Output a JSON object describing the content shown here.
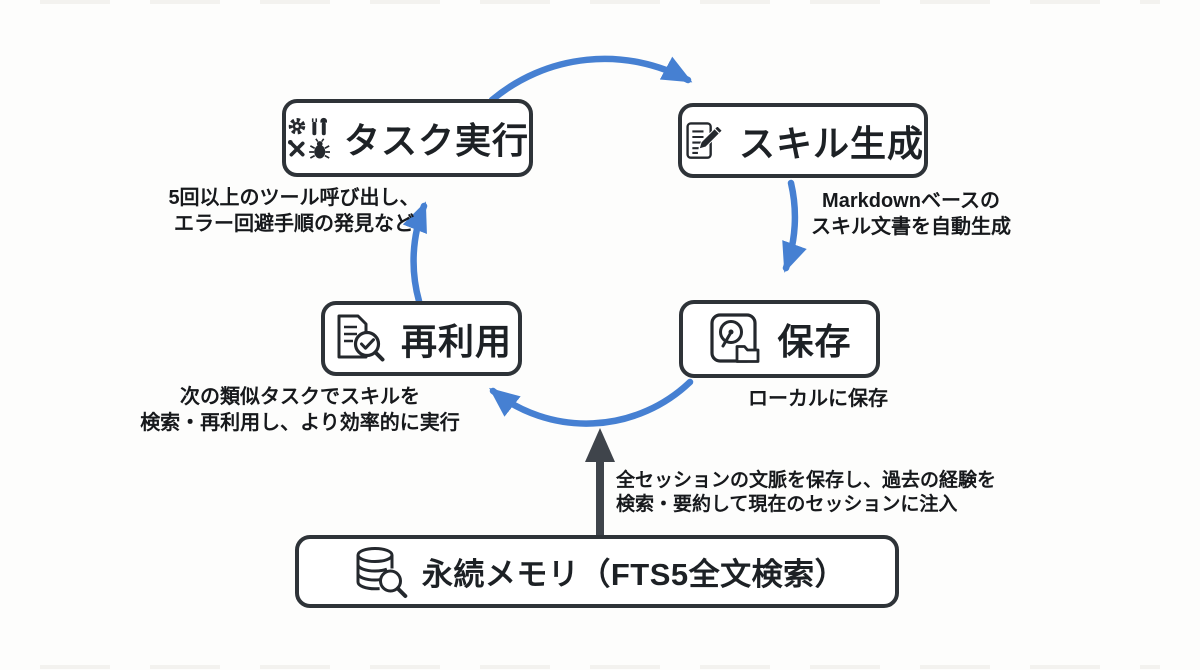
{
  "palette": {
    "background": "#fdfdfc",
    "cycle_blue": "#4680d2",
    "box_border": "#2e3338",
    "dark_arrow": "#3f444b",
    "text": "#17191c"
  },
  "nodes": {
    "task": {
      "label": "タスク実行",
      "icon": "tools-gear-bug-icon"
    },
    "skill": {
      "label": "スキル生成",
      "icon": "memo-pencil-icon"
    },
    "save": {
      "label": "保存",
      "icon": "hard-drive-folder-icon"
    },
    "reuse": {
      "label": "再利用",
      "icon": "document-search-check-icon"
    },
    "memory": {
      "label": "永続メモリ（FTS5全文検索）",
      "icon": "database-search-icon"
    }
  },
  "captions": {
    "task_line1": "5回以上のツール呼び出し、",
    "task_line2": "エラー回避手順の発見など",
    "skill_line1": "Markdownベースの",
    "skill_line2": "スキル文書を自動生成",
    "save_line1": "ローカルに保存",
    "reuse_line1": "次の類似タスクでスキルを",
    "reuse_line2": "検索・再利用し、より効率的に実行",
    "memory_line1": "全セッションの文脈を保存し、過去の経験を",
    "memory_line2": "検索・要約して現在のセッションに注入"
  }
}
